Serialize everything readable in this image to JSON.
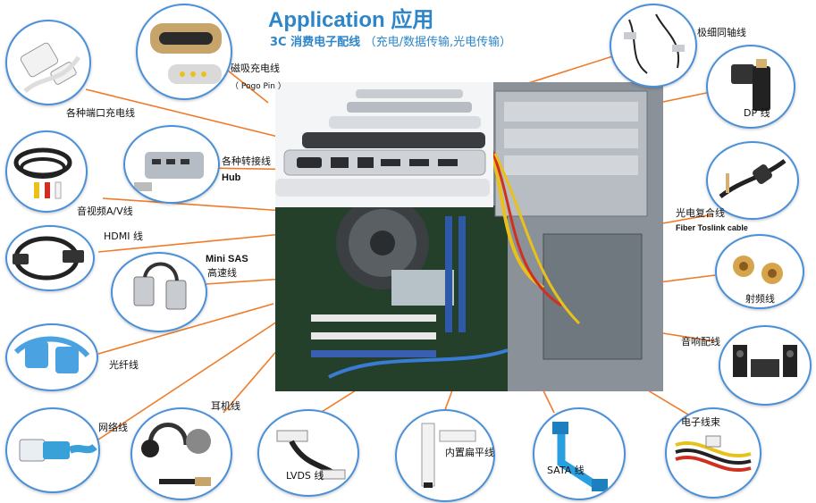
{
  "title": "Application 应用",
  "subtitle": {
    "main": "3C 消费电子配线",
    "detail": "（充电/数据传输,光电传输）"
  },
  "labels": {
    "charging_cable": "各种端口充电线",
    "magnetic_cable": "磁吸充电线",
    "pogo_pin": "（ Pogo Pin ）",
    "adapter_cable": "各种转接线",
    "hub": "Hub",
    "av_cable": "音视频A/V线",
    "hdmi_cable": "HDMI 线",
    "mini_sas": "Mini SAS",
    "high_speed": "高速线",
    "fiber_cable": "光纤线",
    "network_cable": "网络线",
    "earphone_cable": "耳机线",
    "lvds_cable": "LVDS 线",
    "ffc_cable": "内置扁平线",
    "sata_cable": "SATA 线",
    "wire_harness": "电子线束",
    "audio_cable": "音响配线",
    "rf_cable": "射频线",
    "fiber_toslink_cn": "光电复合线",
    "fiber_toslink_en": "Fiber Toslink cable",
    "dp_cable": "DP 线",
    "coax_cable": "极细同轴线"
  },
  "colors": {
    "accent": "#2e86c8",
    "leader": "#f07b2a",
    "circle_border": "#4a90d9"
  }
}
